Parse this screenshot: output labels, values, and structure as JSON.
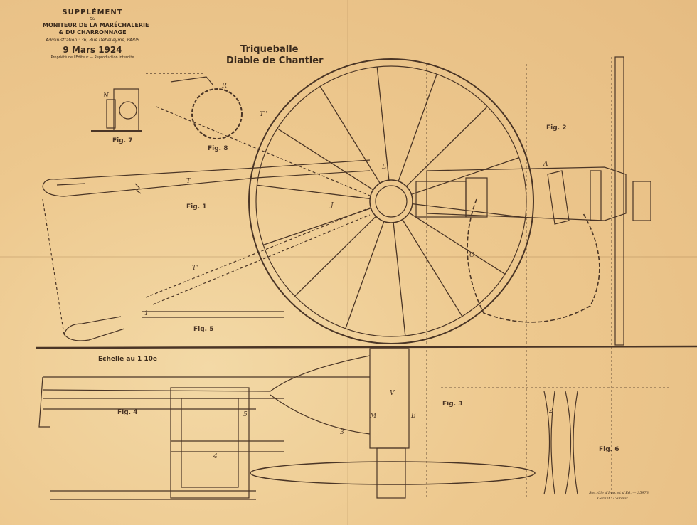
{
  "header": {
    "supplement": "SUPPLÉMENT",
    "du": "DU",
    "journal_line1": "MONITEUR DE LA MARÉCHALERIE",
    "journal_line2": "& DU CHARRONNAGE",
    "address": "Administration : 36, Rue Debelleyme, PARIS",
    "date": "9 Mars 1924",
    "rights": "Propriété de l'Éditeur — Reproduction interdite"
  },
  "title": {
    "line1": "Triqueballe",
    "line2": "Diable de Chantier"
  },
  "scale": "Echelle au 1 10e",
  "figures": {
    "fig1": "Fig. 1",
    "fig2": "Fig. 2",
    "fig3": "Fig. 3",
    "fig4": "Fig. 4",
    "fig5": "Fig. 5",
    "fig6": "Fig. 6",
    "fig7": "Fig. 7",
    "fig8": "Fig. 8"
  },
  "letters": {
    "T": "T",
    "T1": "T'",
    "T2": "T''",
    "L": "L",
    "J": "J",
    "C": "C",
    "A": "A",
    "R": "R",
    "N": "N",
    "M": "M",
    "V": "V",
    "B": "B",
    "n1": "1",
    "n2": "2",
    "n3": "3",
    "n4": "4",
    "n5": "5"
  },
  "imprint": {
    "line1": "Soc. Gle d'Imp. et d'Ed. — 35978",
    "line2": "Gérant : Compar"
  }
}
